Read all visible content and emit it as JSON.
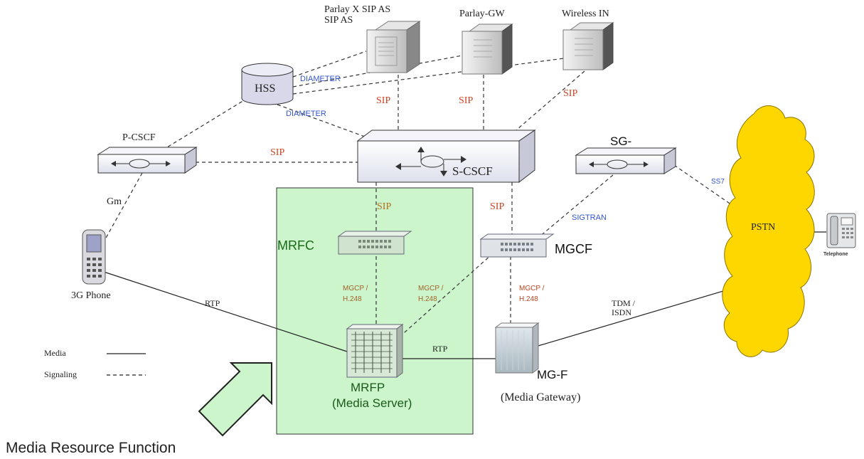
{
  "nodes": {
    "parlay_x": "Parlay X SIP AS SIP AS",
    "parlay_gw": "Parlay-GW",
    "wireless_in": "Wireless IN",
    "hss": "HSS",
    "p_cscf": "P-CSCF",
    "s_cscf": "S-CSCF",
    "sg": "SG-",
    "pstn": "PSTN",
    "telephone": "Telephone",
    "mrfc": "MRFC",
    "mgcf": "MGCF",
    "phone": "3G Phone",
    "mrfp": "MRFP",
    "mrfp_sub": "(Media Server)",
    "mgf": "MG-F",
    "mgf_sub": "(Media Gateway)"
  },
  "links": {
    "diameter_1": "DIAMETER",
    "diameter_2": "DIAMETER",
    "sip_as": "SIP",
    "sip_gw": "SIP",
    "sip_in": "SIP",
    "sip_pcscf": "SIP",
    "sip_mrfc": "SIP",
    "sip_mgcf": "SIP",
    "gm": "Gm",
    "sigtran": "SIGTRAN",
    "ss7": "SS7",
    "mgcp_1": "MGCP / H.248",
    "mgcp_2": "MGCP / H.248",
    "mgcp_3": "MGCP / H.248",
    "rtp_phone": "RTP",
    "rtp_mg": "RTP",
    "tdm": "TDM / ISDN"
  },
  "legend": {
    "media": "Media",
    "signaling": "Signaling"
  },
  "caption": "Media Resource Function",
  "colors": {
    "mrf_box": "#ccf5cc",
    "cloud": "#ffd700",
    "signal_blue": "#3355cc",
    "signal_red": "#cc4422",
    "mgcp_brown": "#a0622a"
  }
}
